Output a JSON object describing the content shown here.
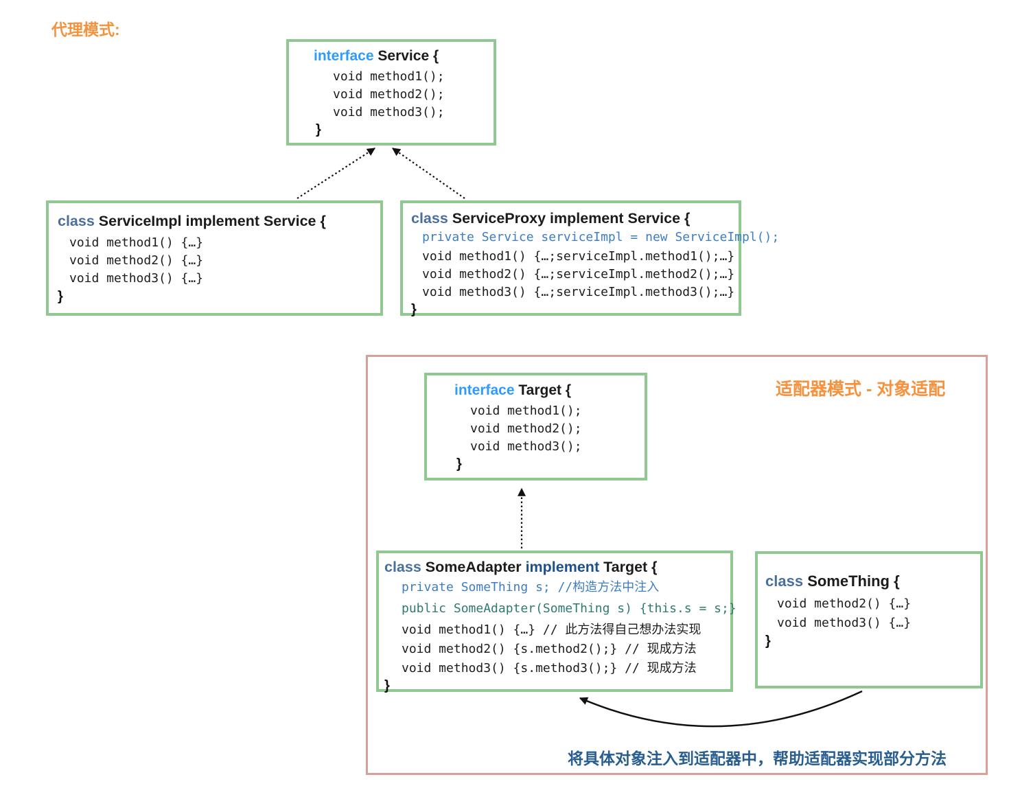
{
  "titles": {
    "proxy": "代理模式:",
    "adapter": "适配器模式 - 对象适配",
    "note": "将具体对象注入到适配器中，帮助适配器实现部分方法"
  },
  "boxes": {
    "service": {
      "keyword": "interface",
      "name": "Service {",
      "lines": [
        "void method1();",
        "void method2();",
        "void method3();"
      ],
      "close": "}"
    },
    "service_impl": {
      "keyword": "class",
      "name": "ServiceImpl implement Service {",
      "lines": [
        "void method1() {…}",
        "void method2() {…}",
        "void method3() {…}"
      ],
      "close": "}"
    },
    "service_proxy": {
      "keyword": "class",
      "name": "ServiceProxy implement Service {",
      "field_line": "private Service serviceImpl = new ServiceImpl();",
      "lines": [
        "void method1() {…;serviceImpl.method1();…}",
        "void method2() {…;serviceImpl.method2();…}",
        "void method3() {…;serviceImpl.method3();…}"
      ],
      "close": "}"
    },
    "target": {
      "keyword": "interface",
      "name": "Target {",
      "lines": [
        "void method1();",
        "void method2();",
        "void method3();"
      ],
      "close": "}"
    },
    "some_adapter": {
      "keyword": "class",
      "name_a": "SomeAdapter",
      "keyword2": "implement",
      "name_b": "Target {",
      "field_line": "private SomeThing s; //构造方法中注入",
      "ctor_line": "public SomeAdapter(SomeThing s) {this.s = s;}",
      "lines": [
        "void method1() {…} // 此方法得自己想办法实现",
        "void method2() {s.method2();} // 现成方法",
        "void method3() {s.method3();} // 现成方法"
      ],
      "close": "}"
    },
    "some_thing": {
      "keyword": "class",
      "name": "SomeThing {",
      "lines": [
        "void method2() {…}",
        "void method3() {…}"
      ],
      "close": "}"
    }
  },
  "colors": {
    "accent_orange": "#F5923D",
    "box_border_green": "#8FC98F",
    "container_border_pink": "#D9A09A",
    "interface_keyword_blue": "#2F9BFF",
    "class_keyword_blue": "#4A6F9E",
    "implement_keyword_navy": "#1D4F8C",
    "field_code_blue": "#3C7DC4",
    "ctor_code_teal": "#2F7A70",
    "note_text_blue": "#275D91",
    "arrow_black": "#111111"
  }
}
